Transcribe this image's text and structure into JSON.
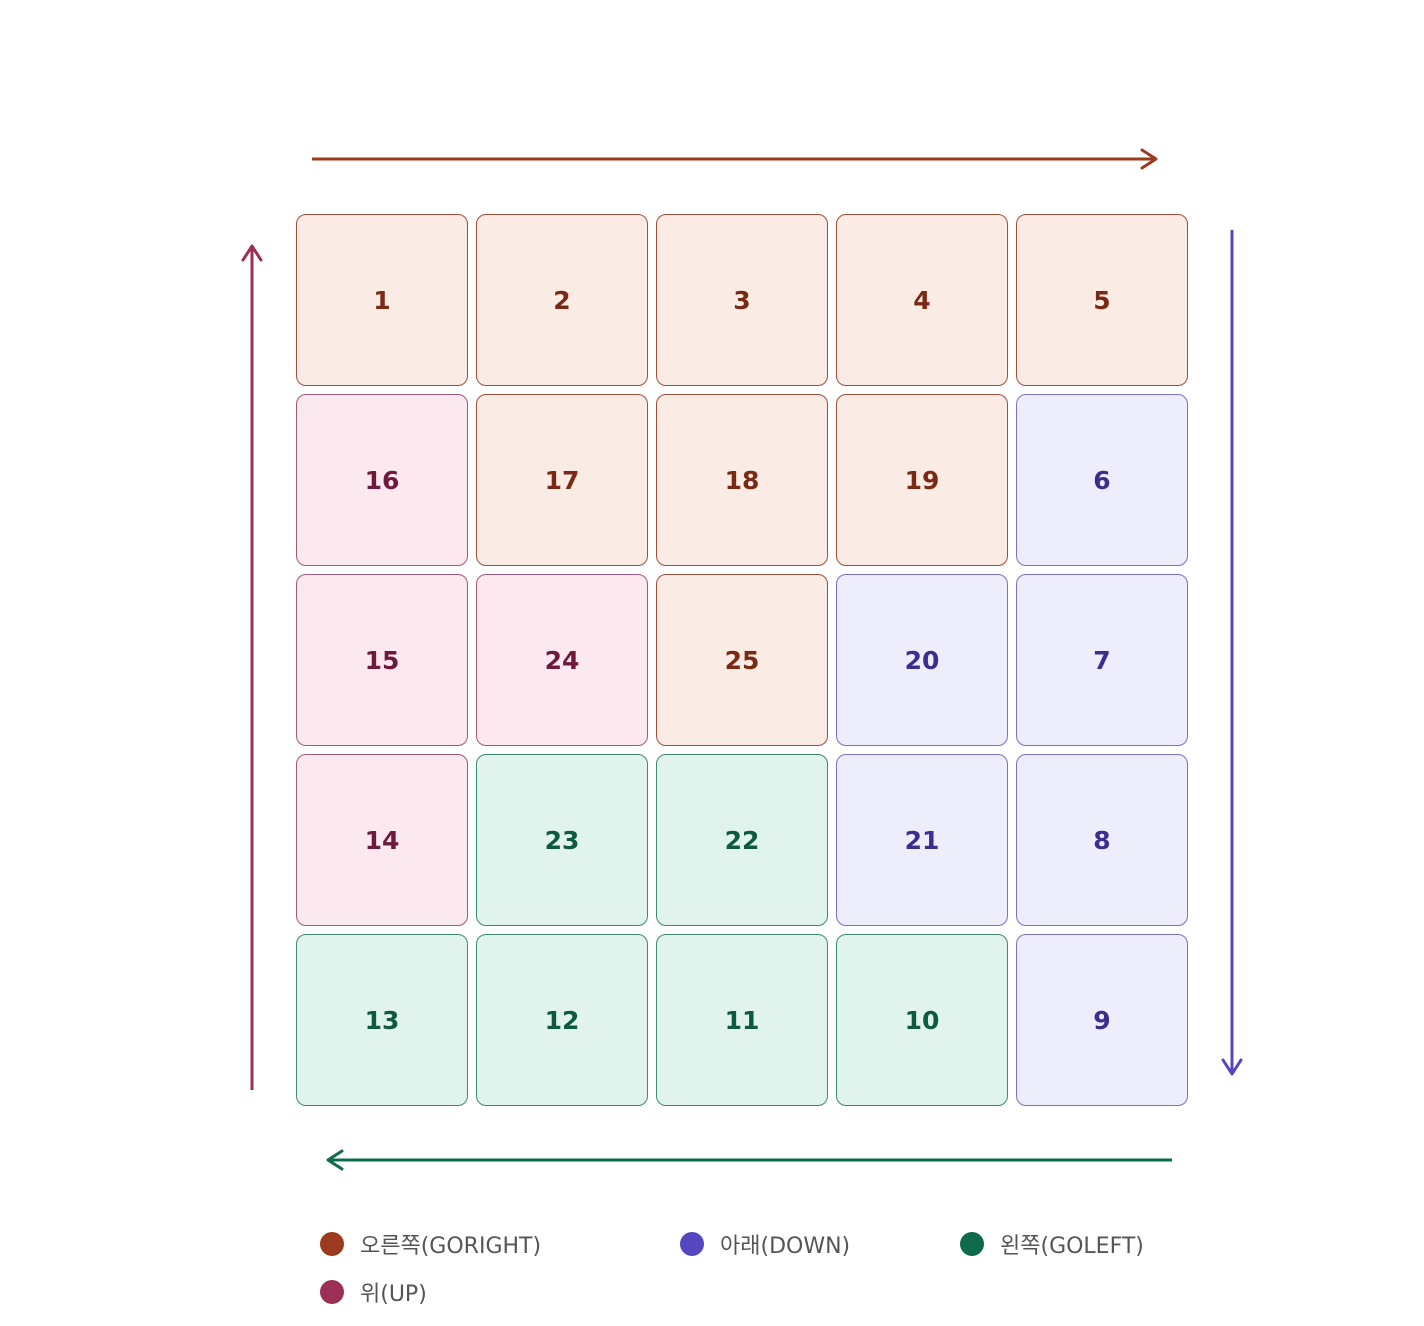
{
  "colors": {
    "right": "#9c3a1e",
    "down": "#5447c0",
    "left": "#0e6b4d",
    "up": "#9c2f55"
  },
  "grid": {
    "rows": [
      [
        {
          "n": "1",
          "dir": "right"
        },
        {
          "n": "2",
          "dir": "right"
        },
        {
          "n": "3",
          "dir": "right"
        },
        {
          "n": "4",
          "dir": "right"
        },
        {
          "n": "5",
          "dir": "right"
        }
      ],
      [
        {
          "n": "16",
          "dir": "up"
        },
        {
          "n": "17",
          "dir": "right"
        },
        {
          "n": "18",
          "dir": "right"
        },
        {
          "n": "19",
          "dir": "right"
        },
        {
          "n": "6",
          "dir": "down"
        }
      ],
      [
        {
          "n": "15",
          "dir": "up"
        },
        {
          "n": "24",
          "dir": "up"
        },
        {
          "n": "25",
          "dir": "right"
        },
        {
          "n": "20",
          "dir": "down"
        },
        {
          "n": "7",
          "dir": "down"
        }
      ],
      [
        {
          "n": "14",
          "dir": "up"
        },
        {
          "n": "23",
          "dir": "left"
        },
        {
          "n": "22",
          "dir": "left"
        },
        {
          "n": "21",
          "dir": "down"
        },
        {
          "n": "8",
          "dir": "down"
        }
      ],
      [
        {
          "n": "13",
          "dir": "left"
        },
        {
          "n": "12",
          "dir": "left"
        },
        {
          "n": "11",
          "dir": "left"
        },
        {
          "n": "10",
          "dir": "left"
        },
        {
          "n": "9",
          "dir": "down"
        }
      ]
    ]
  },
  "legend": {
    "right": "오른쪽(GORIGHT)",
    "down": "아래(DOWN)",
    "left": "왼쪽(GOLEFT)",
    "up": "위(UP)"
  }
}
